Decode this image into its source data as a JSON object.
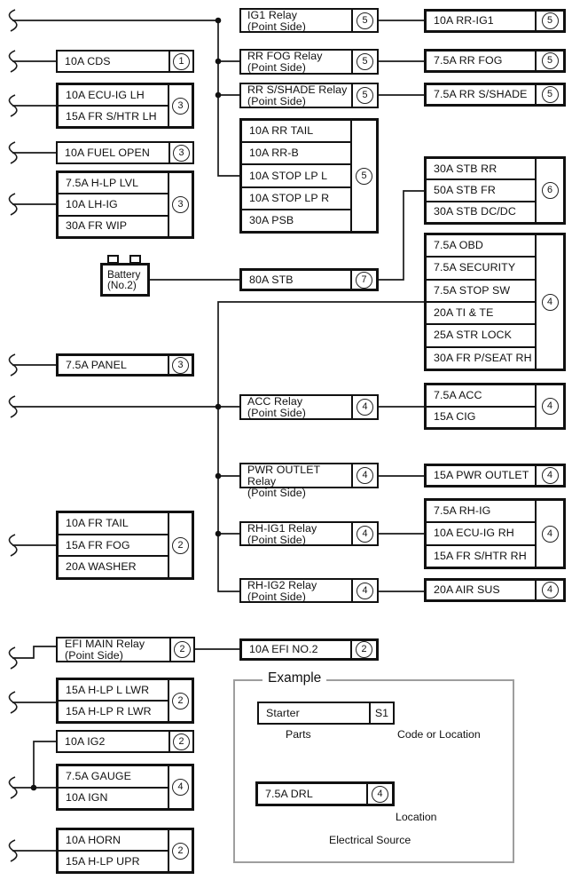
{
  "boxes": {
    "cds": {
      "rows": [
        "10A CDS"
      ],
      "num": "1"
    },
    "ecu_ig_lh": {
      "rows": [
        "10A ECU-IG LH",
        "15A FR S/HTR LH"
      ],
      "num": "3"
    },
    "fuel_open": {
      "rows": [
        "10A FUEL OPEN"
      ],
      "num": "3"
    },
    "hlp_lvl": {
      "rows": [
        "7.5A H-LP LVL",
        "10A LH-IG",
        "30A FR WIP"
      ],
      "num": "3"
    },
    "panel": {
      "rows": [
        "7.5A PANEL"
      ],
      "num": "3"
    },
    "fr_tail": {
      "rows": [
        "10A FR TAIL",
        "15A FR FOG",
        "20A WASHER"
      ],
      "num": "2"
    },
    "efi_main_relay": {
      "rows": [
        "EFI MAIN Relay\n(Point Side)"
      ],
      "num": "2"
    },
    "hlp_lwr": {
      "rows": [
        "15A H-LP L LWR",
        "15A H-LP R LWR"
      ],
      "num": "2"
    },
    "ig2": {
      "rows": [
        "10A IG2"
      ],
      "num": "2"
    },
    "gauge": {
      "rows": [
        "7.5A GAUGE",
        "10A IGN"
      ],
      "num": "4"
    },
    "horn": {
      "rows": [
        "10A HORN",
        "15A H-LP UPR"
      ],
      "num": "2"
    },
    "ig1_relay": {
      "rows": [
        "IG1 Relay\n(Point Side)"
      ],
      "num": "5"
    },
    "rr_fog_relay": {
      "rows": [
        "RR FOG Relay\n(Point Side)"
      ],
      "num": "5"
    },
    "rr_sshade_relay": {
      "rows": [
        "RR S/SHADE Relay\n(Point Side)"
      ],
      "num": "5"
    },
    "stop_group": {
      "rows": [
        "10A RR TAIL",
        "10A RR-B",
        "10A STOP LP L",
        "10A STOP LP R",
        "30A PSB"
      ],
      "num": "5"
    },
    "stb_80": {
      "rows": [
        "80A STB"
      ],
      "num": "7"
    },
    "acc_relay": {
      "rows": [
        "ACC Relay\n(Point Side)"
      ],
      "num": "4"
    },
    "pwr_outlet_relay": {
      "rows": [
        "PWR OUTLET Relay\n(Point Side)"
      ],
      "num": "4"
    },
    "rh_ig1_relay": {
      "rows": [
        "RH-IG1 Relay\n(Point Side)"
      ],
      "num": "4"
    },
    "rh_ig2_relay": {
      "rows": [
        "RH-IG2 Relay\n(Point Side)"
      ],
      "num": "4"
    },
    "efi_no2": {
      "rows": [
        "10A EFI NO.2"
      ],
      "num": "2"
    },
    "rr_ig1": {
      "rows": [
        "10A RR-IG1"
      ],
      "num": "5"
    },
    "rr_fog_fuse": {
      "rows": [
        "7.5A RR FOG"
      ],
      "num": "5"
    },
    "rr_sshade_fuse": {
      "rows": [
        "7.5A RR S/SHADE"
      ],
      "num": "5"
    },
    "stb_group": {
      "rows": [
        "30A STB RR",
        "50A STB FR",
        "30A STB DC/DC"
      ],
      "num": "6"
    },
    "obd_group": {
      "rows": [
        "7.5A OBD",
        "7.5A SECURITY",
        "7.5A STOP SW",
        "20A TI & TE",
        "25A STR LOCK",
        "30A FR P/SEAT RH"
      ],
      "num": "4"
    },
    "acc_group": {
      "rows": [
        "7.5A ACC",
        "15A CIG"
      ],
      "num": "4"
    },
    "pwr_outlet_fuse": {
      "rows": [
        "15A PWR OUTLET"
      ],
      "num": "4"
    },
    "rh_ig_group": {
      "rows": [
        "7.5A RH-IG",
        "10A ECU-IG RH",
        "15A FR S/HTR RH"
      ],
      "num": "4"
    },
    "air_sus": {
      "rows": [
        "20A AIR SUS"
      ],
      "num": "4"
    }
  },
  "battery": {
    "label": "Battery\n(No.2)"
  },
  "example": {
    "title": "Example",
    "starter_label": "Starter",
    "starter_code": "S1",
    "drl_label": "7.5A DRL",
    "drl_num": "4",
    "callout_parts": "Parts",
    "callout_code": "Code or Location",
    "callout_location": "Location",
    "callout_source": "Electrical Source"
  }
}
